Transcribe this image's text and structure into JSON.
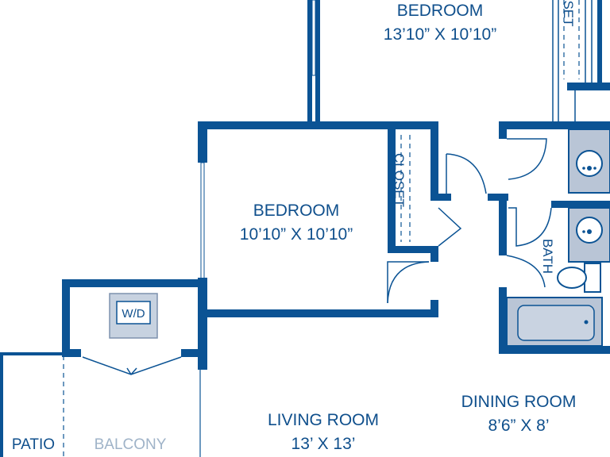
{
  "rooms": {
    "bedroom_top": {
      "name": "BEDROOM",
      "size": "13’10” X 10’10”"
    },
    "bedroom_mid": {
      "name": "BEDROOM",
      "size": "10’10” X 10’10”"
    },
    "living": {
      "name": "LIVING ROOM",
      "size": "13’ X 13’"
    },
    "dining": {
      "name": "DINING ROOM",
      "size": "8’6” X 8’"
    },
    "patio": {
      "name": "PATIO"
    },
    "balcony": {
      "name": "BALCONY"
    },
    "bath": {
      "name": "BATH"
    }
  },
  "closets": {
    "mid": "CLOSET",
    "top_partial": "SET"
  },
  "appliances": {
    "washer_dryer": "W/D"
  },
  "colors": {
    "wall": "#0b5394",
    "label": "#0f4f8c",
    "fixture": "#b9c5d6",
    "muted": "#9fb3c8"
  }
}
